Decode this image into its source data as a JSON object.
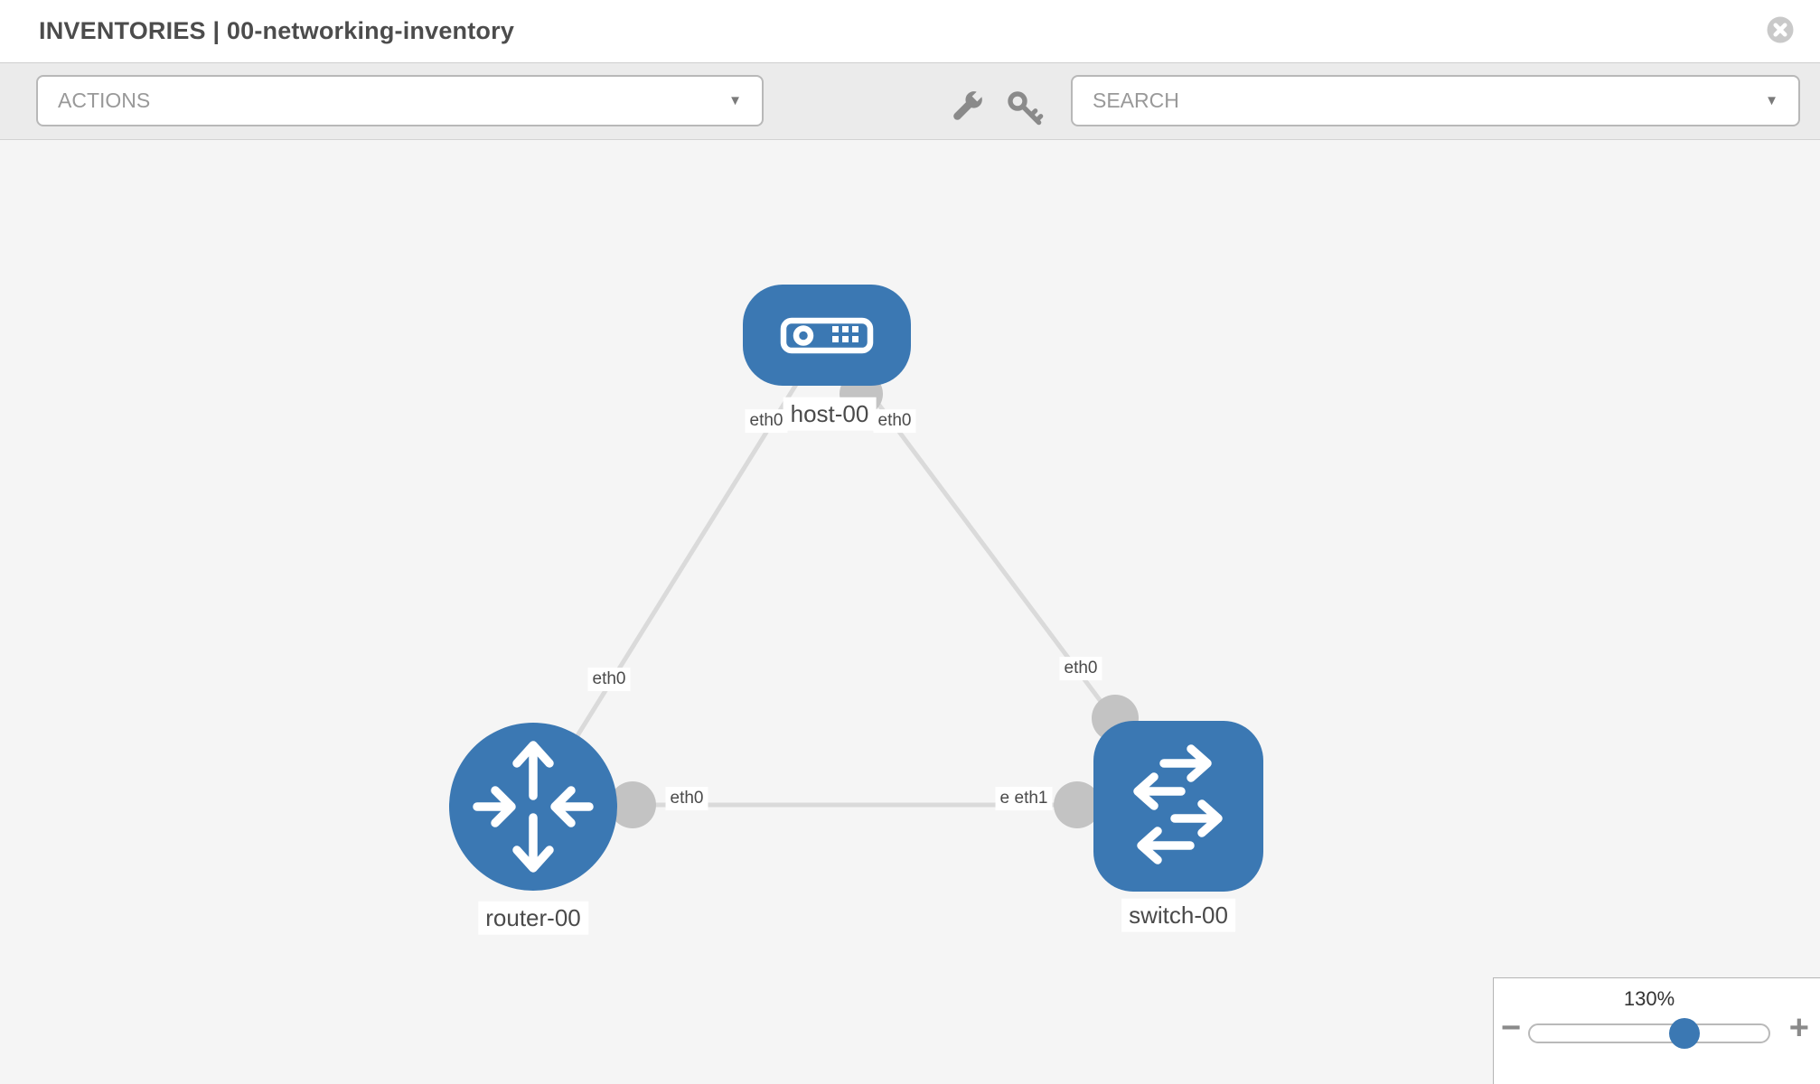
{
  "header": {
    "title": "INVENTORIES | 00-networking-inventory",
    "close_icon": "x-circle"
  },
  "toolbar": {
    "actions_dropdown": {
      "placeholder": "ACTIONS",
      "caret": "▼"
    },
    "search_dropdown": {
      "placeholder": "SEARCH",
      "caret": "▼"
    },
    "tools": [
      {
        "icon": "wrench-icon"
      },
      {
        "icon": "key-icon"
      }
    ]
  },
  "topology": {
    "nodes": [
      {
        "id": "host-00",
        "label": "host-00",
        "type": "host",
        "shape": "rounded-rect"
      },
      {
        "id": "router-00",
        "label": "router-00",
        "type": "router",
        "shape": "circle"
      },
      {
        "id": "switch-00",
        "label": "switch-00",
        "type": "switch",
        "shape": "rounded-square"
      }
    ],
    "links": [
      {
        "from": "host-00",
        "from_if": "eth0",
        "to": "router-00",
        "to_if": "eth0"
      },
      {
        "from": "host-00",
        "from_if": "eth0",
        "to": "switch-00",
        "to_if": "eth0"
      },
      {
        "from": "router-00",
        "from_if": "eth0",
        "to": "switch-00",
        "to_if": "eth1",
        "to_if_hidden_behind": "eth0"
      }
    ],
    "iface_labels": {
      "hr_host": "eth0",
      "hr_router": "eth0",
      "hs_host": "eth0",
      "hs_switch": "eth0",
      "rs_router": "eth0",
      "rs_switch_back": "eth0",
      "rs_switch_front": "eth1"
    }
  },
  "zoom_control": {
    "level": "130%",
    "minus": "−",
    "plus": "+"
  },
  "colors": {
    "node_blue": "#3b78b3",
    "link_gray": "#dadada",
    "port_gray": "#c3c3c3",
    "canvas_bg": "#f5f5f5",
    "toolbar_bg": "#ebebeb"
  }
}
